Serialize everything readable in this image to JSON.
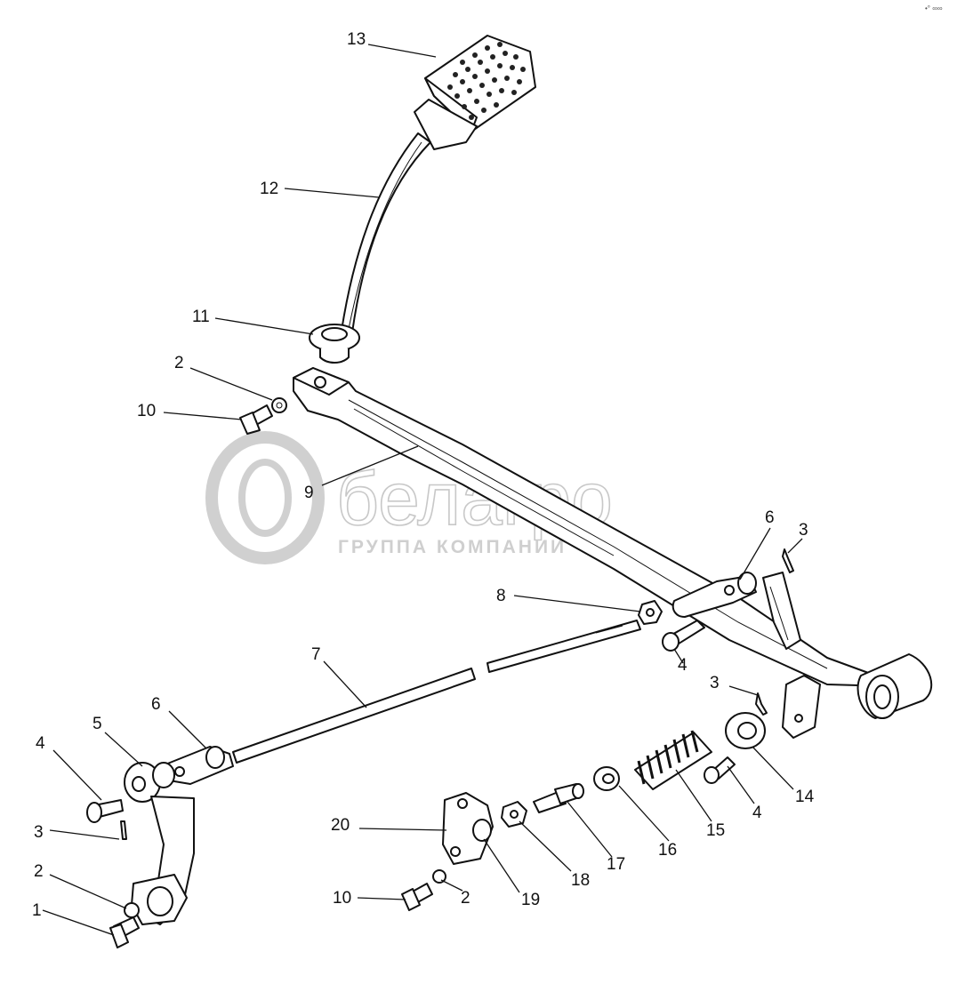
{
  "watermark": {
    "brand": "белагро",
    "subtitle": "ГРУППА КОМПАНИИ"
  },
  "corner_mark": "•° ∞∞",
  "callouts": [
    {
      "id": "c13",
      "label": "13"
    },
    {
      "id": "c12",
      "label": "12"
    },
    {
      "id": "c11",
      "label": "11"
    },
    {
      "id": "c2a",
      "label": "2"
    },
    {
      "id": "c10a",
      "label": "10"
    },
    {
      "id": "c9",
      "label": "9"
    },
    {
      "id": "c6a",
      "label": "6"
    },
    {
      "id": "c3a",
      "label": "3"
    },
    {
      "id": "c8",
      "label": "8"
    },
    {
      "id": "c4a",
      "label": "4"
    },
    {
      "id": "c7",
      "label": "7"
    },
    {
      "id": "c3b",
      "label": "3"
    },
    {
      "id": "c6b",
      "label": "6"
    },
    {
      "id": "c5",
      "label": "5"
    },
    {
      "id": "c4b",
      "label": "4"
    },
    {
      "id": "c3c",
      "label": "3"
    },
    {
      "id": "c2b",
      "label": "2"
    },
    {
      "id": "c1",
      "label": "1"
    },
    {
      "id": "c14",
      "label": "14"
    },
    {
      "id": "c4c",
      "label": "4"
    },
    {
      "id": "c15",
      "label": "15"
    },
    {
      "id": "c16",
      "label": "16"
    },
    {
      "id": "c17",
      "label": "17"
    },
    {
      "id": "c18",
      "label": "18"
    },
    {
      "id": "c19",
      "label": "19"
    },
    {
      "id": "c20",
      "label": "20"
    },
    {
      "id": "c10b",
      "label": "10"
    },
    {
      "id": "c2c",
      "label": "2"
    }
  ]
}
